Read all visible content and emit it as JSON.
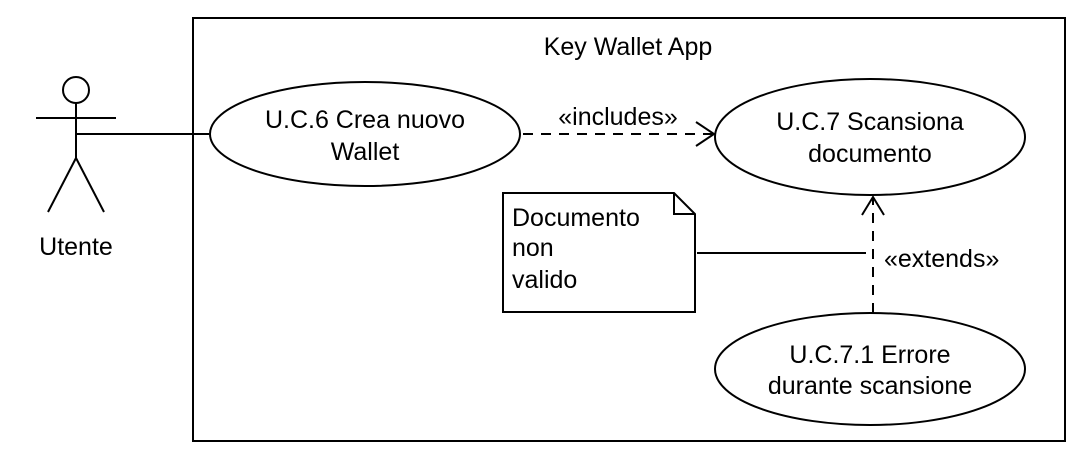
{
  "system": {
    "title": "Key Wallet App"
  },
  "actor": {
    "name": "Utente"
  },
  "use_cases": {
    "uc6": {
      "line1": "U.C.6 Crea nuovo",
      "line2": "Wallet"
    },
    "uc7": {
      "line1": "U.C.7 Scansiona",
      "line2": "documento"
    },
    "uc71": {
      "line1": "U.C.7.1 Errore",
      "line2": "durante scansione"
    }
  },
  "relations": {
    "includes": "«includes»",
    "extends": "«extends»"
  },
  "note": {
    "line1": "Documento",
    "line2": "non",
    "line3": "valido"
  },
  "colors": {
    "stroke": "#000000",
    "background": "#ffffff"
  }
}
